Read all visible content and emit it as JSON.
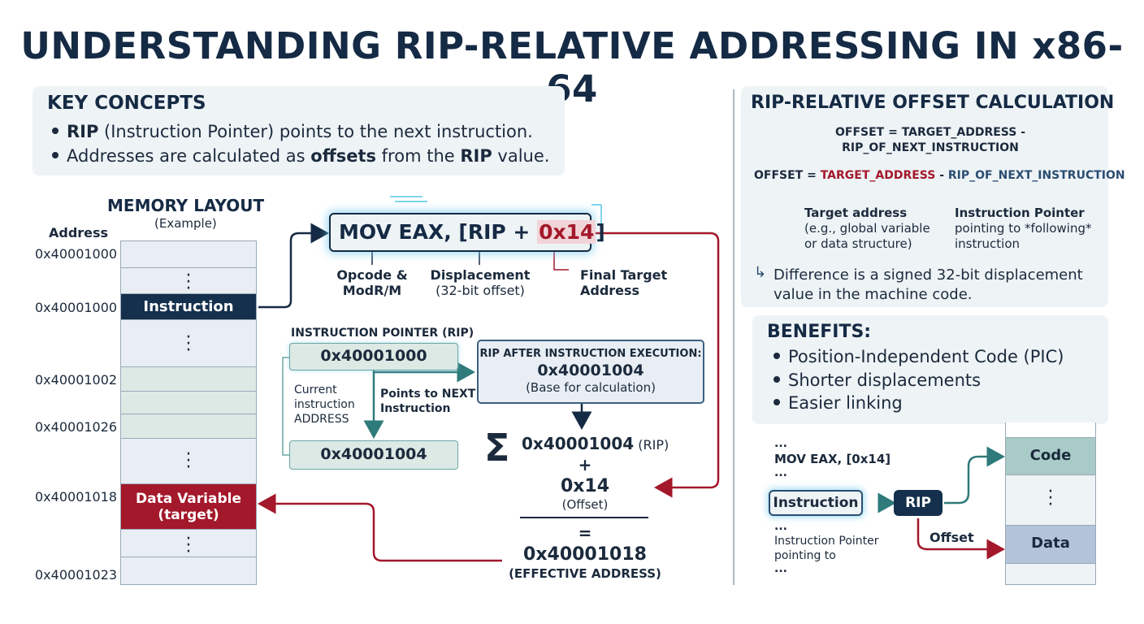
{
  "title": "UNDERSTANDING RIP-RELATIVE ADDRESSING IN x86-64",
  "key_concepts": {
    "heading": "KEY CONCEPTS",
    "b1_bold": "RIP",
    "b1_rest": " (Instruction Pointer) points to the next instruction.",
    "b2_pre": "Addresses are calculated as ",
    "b2_bold1": "offsets",
    "b2_mid": " from the ",
    "b2_bold2": "RIP",
    "b2_post": " value."
  },
  "memory": {
    "heading": "MEMORY LAYOUT",
    "sub": "(Example)",
    "address_label": "Address",
    "addresses": [
      "0x40001000",
      "0x40001000",
      "0x40001002",
      "0x40001026",
      "0x40001018",
      "0x40001023"
    ],
    "instruction_label": "Instruction",
    "data_label_1": "Data Variable",
    "data_label_2": "(target)"
  },
  "instruction": {
    "text_pre": "MOV EAX, [RIP + ",
    "text_disp": "0x14",
    "text_post": "]",
    "opcode_1": "Opcode &",
    "opcode_2": "ModR/M",
    "disp_1": "Displacement",
    "disp_2": "(32-bit offset)",
    "final_1": "Final Target",
    "final_2": "Address"
  },
  "rip": {
    "heading": "INSTRUCTION POINTER (RIP)",
    "current_value": "0x40001000",
    "next_value": "0x40001004",
    "current_1": "Current",
    "current_2": "instruction",
    "current_3": "ADDRESS",
    "points_1": "Points to NEXT",
    "points_2": "Instruction",
    "after_heading": "RIP AFTER INSTRUCTION EXECUTION:",
    "after_value": "0x40001004",
    "after_sub": "(Base for calculation)"
  },
  "sum": {
    "symbol": "Σ",
    "line1_value": "0x40001004",
    "line1_tag": " (RIP)",
    "plus": "+",
    "offset_value": "0x14",
    "offset_tag": "(Offset)",
    "equals": "=",
    "result": "0x40001018",
    "result_tag": "(EFFECTIVE ADDRESS)"
  },
  "offset_calc": {
    "heading": "RIP-RELATIVE OFFSET CALCULATION",
    "formula_1": "OFFSET = TARGET_ADDRESS -",
    "formula_2": "RIP_OF_NEXT_INSTRUCTION",
    "f_offset": "OFFSET = ",
    "f_target": "TARGET_ADDRESS",
    "f_minus": " - ",
    "f_rip": "RIP_OF_NEXT_INSTRUCTION",
    "target_head": "Target address",
    "target_l2": "(e.g., global variable",
    "target_l3": "or data structure)",
    "ip_head": "Instruction Pointer",
    "ip_l2": "pointing to *following*",
    "ip_l3": "instruction",
    "diff_1": "Difference is a signed 32-bit displacement",
    "diff_2": "value in the machine code."
  },
  "benefits": {
    "heading": "BENEFITS:",
    "items": [
      "Position-Independent Code (PIC)",
      "Shorter displacements",
      "Easier linking"
    ]
  },
  "mini": {
    "dots_top": "...",
    "mov": "MOV EAX, [0x14]",
    "dots_2": "...",
    "instruction": "Instruction",
    "rip": "RIP",
    "offset": "Offset",
    "dots_3": "...",
    "ip_1": "Instruction Pointer",
    "ip_2": "pointing to",
    "dots_4": "...",
    "code": "Code",
    "data": "Data"
  },
  "colors": {
    "navy": "#152a44",
    "red": "#a3182a",
    "teal": "#2f7a7a",
    "panel": "#eef3f6"
  }
}
